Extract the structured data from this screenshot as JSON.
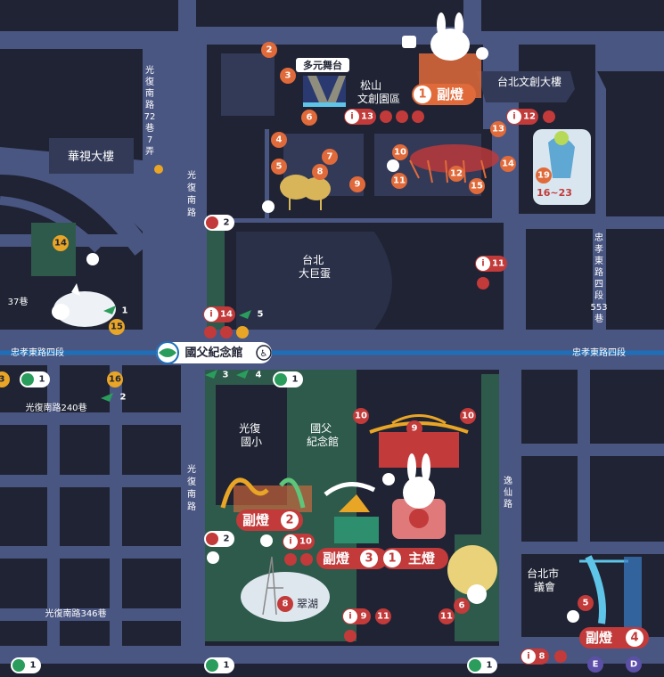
{
  "colors": {
    "background": "#4a5682",
    "block": "#1f2333",
    "park": "#2e5a4c",
    "road_line": "#1f6fb8",
    "red": "#c23a3a",
    "orange": "#e06a3a",
    "yellow": "#e9a526",
    "white": "#ffffff"
  },
  "buildings": {
    "ctv": "華視大樓",
    "songshan": "松山\n文創園區",
    "wenchuang": "台北文創大樓",
    "dome": "台北\n大巨蛋",
    "school": "光復\n國小",
    "memorial": "國父\n紀念館",
    "cuihu": "翠湖",
    "council": "台北市\n議會"
  },
  "streets": {
    "zhongxiao_left": "忠孝東路四段",
    "zhongxiao_right": "忠孝東路四段",
    "guangfu_n": "光\n復\n南\n路",
    "guangfu_s": "光\n復\n南\n路",
    "guangfu_lane72": "光\n復\n南\n路\n72\n巷\n7\n弄",
    "guangfu_240": "光復南路240巷",
    "guangfu_346": "光復南路346巷",
    "zhongxiao_553": "忠\n孝\n東\n路\n四\n段\n553\n巷",
    "yixian": "逸\n仙\n路",
    "lane_37": "37巷"
  },
  "station": {
    "name": "國父紀念館",
    "access": "♿"
  },
  "stage_label": "多元舞台",
  "lamps": {
    "main_prefix": "1",
    "main": "主燈",
    "side_label": "副燈",
    "side1": "1",
    "side2": "2",
    "side3": "3",
    "side4": "4"
  },
  "markers": {
    "orange": [
      "2",
      "3",
      "6",
      "4",
      "5",
      "7",
      "8",
      "9",
      "10",
      "11",
      "12",
      "13",
      "14",
      "15"
    ],
    "red": [
      "10",
      "9",
      "10",
      "5",
      "6",
      "8",
      "9",
      "11",
      "11",
      "11",
      "10"
    ],
    "yellow": [
      "14",
      "15",
      "16",
      "3",
      "19"
    ],
    "purple": [
      "E",
      "D"
    ]
  },
  "info_points": {
    "i13": "13",
    "i12": "12",
    "i11": "11",
    "i14": "14",
    "i10": "10",
    "i9": "9",
    "i8": "8"
  },
  "restrooms": [
    "2",
    "2",
    "1",
    "1",
    "1",
    "1",
    "1"
  ],
  "bikes": [
    "1",
    "2",
    "3",
    "4",
    "5"
  ],
  "label_16_23": "16~23",
  "icons": [
    "bus-icon",
    "wheelchair-icon",
    "toilet-icon",
    "trash-icon",
    "info-icon",
    "train-icon",
    "bike-icon",
    "rabbit-icon",
    "shopping-bag-icon",
    "gift-icon",
    "tea-icon"
  ]
}
